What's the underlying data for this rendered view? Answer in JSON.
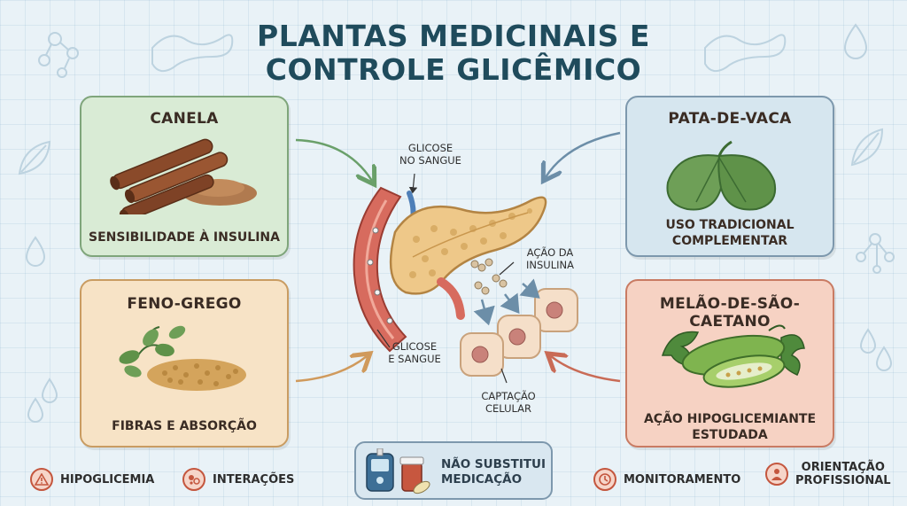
{
  "title": {
    "line1": "PLANTAS MEDICINAIS E",
    "line2": "CONTROLE GLICÊMICO"
  },
  "cards": {
    "canela": {
      "name": "CANELA",
      "desc": "SENSIBILIDADE À INSULINA"
    },
    "pata": {
      "name": "PATA-DE-VACA",
      "desc1": "USO TRADICIONAL",
      "desc2": "COMPLEMENTAR"
    },
    "feno": {
      "name": "FENO-GREGO",
      "desc": "FIBRAS E ABSORÇÃO"
    },
    "melao": {
      "name": "MELÃO-DE-SÃO-CAETANO",
      "desc1": "AÇÃO HIPOGLICEMIANTE",
      "desc2": "ESTUDADA"
    }
  },
  "center": {
    "glicose_top1": "GLICOSE",
    "glicose_top2": "NO SANGUE",
    "acao1": "AÇÃO DA",
    "acao2": "INSULINA",
    "glicose_bottom1": "GLICOSE",
    "glicose_bottom2": "E SANGUE",
    "captacao1": "CAPTAÇÃO",
    "captacao2": "CELULAR"
  },
  "footer": {
    "hipoglicemia": "HIPOGLICEMIA",
    "interacoes": "INTERAÇÕES",
    "notice1": "NÃO SUBSTITUI",
    "notice2": "MEDICAÇÃO",
    "monitoramento": "MONITORAMENTO",
    "orientacao1": "ORIENTAÇÃO",
    "orientacao2": "PROFISSIONAL"
  },
  "colors": {
    "title": "#1f4b5c",
    "canela_bg": "#d9ebd5",
    "pata_bg": "#d6e6ef",
    "feno_bg": "#f7e3c6",
    "melao_bg": "#f6d2c3",
    "warning": "#c4563e"
  }
}
